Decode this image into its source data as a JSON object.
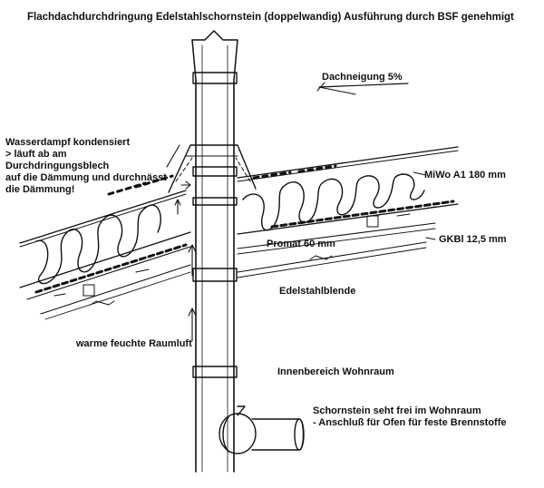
{
  "diagram": {
    "title": "Flachdachdurchdringung Edelstahlschornstein (doppelwandig) Ausführung durch BSF genehmigt",
    "roof_pitch_label": "Dachneigung 5%",
    "vapor_note": [
      "Wasserdampf kondensiert",
      "> läuft ab am",
      "Durchdringungsblech",
      "auf die Dämmung und durchnässt",
      "die Dämmung!"
    ],
    "insulation_label": "MiWo A1 180 mm",
    "promat_label": "Promat 60 mm",
    "gkbl_label": "GKBl 12,5 mm",
    "blende_label": "Edelstahlblende",
    "warm_air_label": "warme feuchte Raumluft",
    "interior_label": "Innenbereich Wohnraum",
    "chimney_note": [
      "Schornstein seht frei im Wohnraum",
      "- Anschluß für Ofen für feste Brennstoffe"
    ]
  }
}
